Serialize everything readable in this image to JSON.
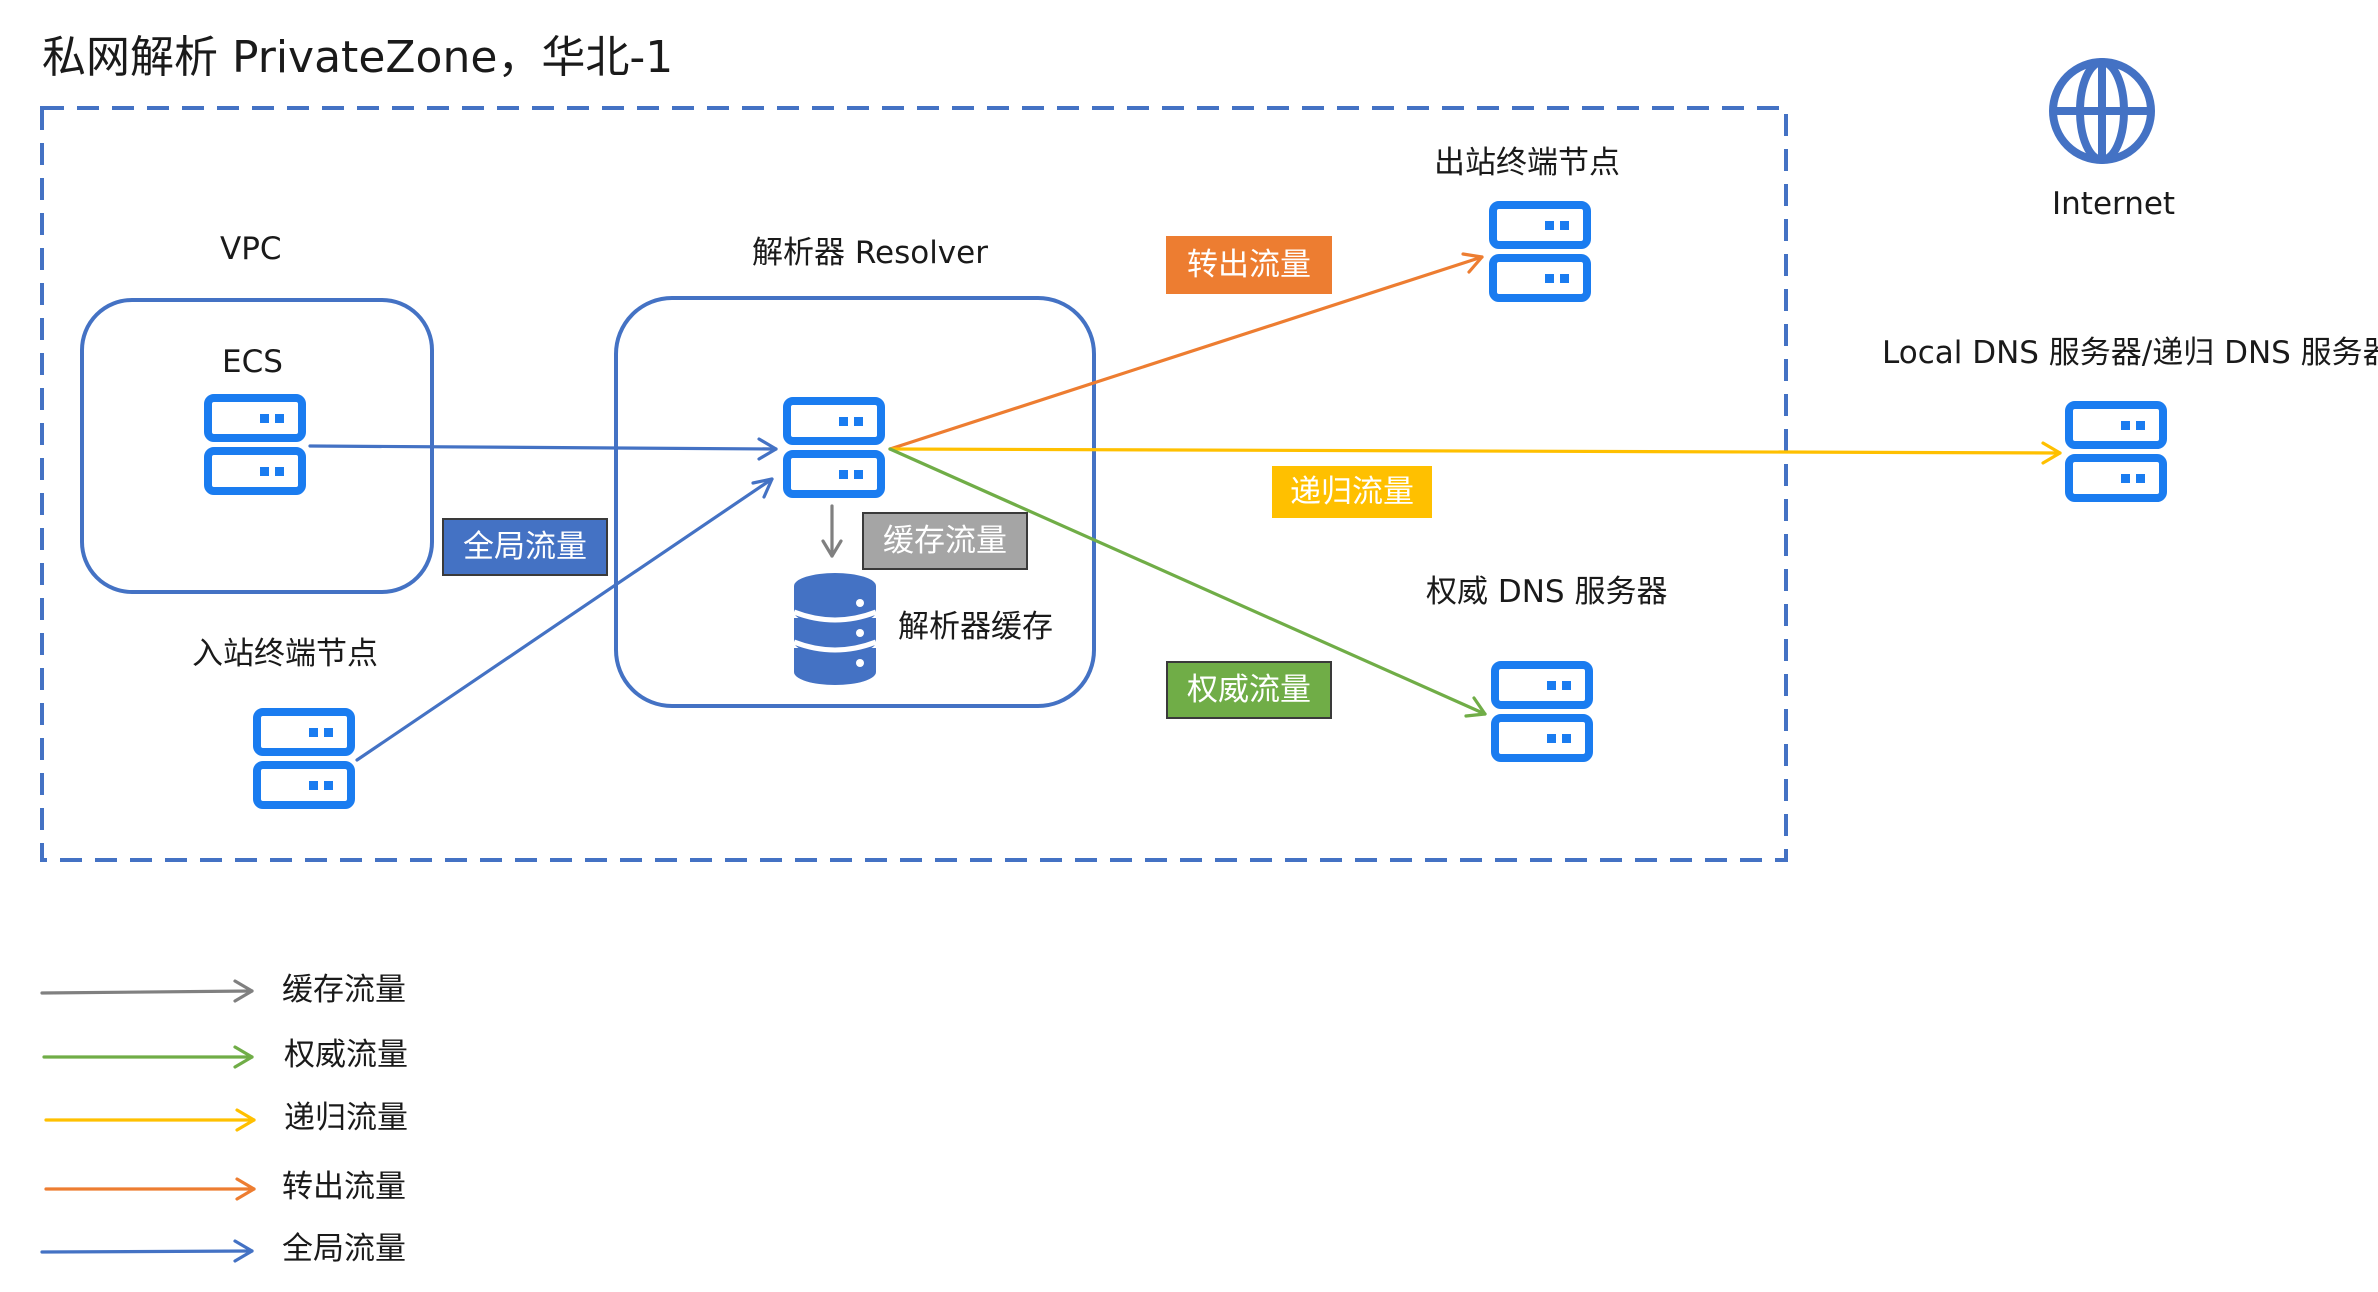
{
  "title": "私网解析 PrivateZone，华北-1",
  "nodes": {
    "vpc": "VPC",
    "ecs": "ECS",
    "resolver": "解析器 Resolver",
    "resolver_cache": "解析器缓存",
    "inbound": "入站终端节点",
    "outbound": "出站终端节点",
    "authoritative": "权威 DNS 服务器",
    "internet": "Internet",
    "local_dns": "Local DNS 服务器/递归 DNS 服务器"
  },
  "flow_tags": {
    "global": "全局流量",
    "cache": "缓存流量",
    "forward": "转出流量",
    "recursive": "递归流量",
    "authoritative": "权威流量"
  },
  "legend": [
    {
      "label": "缓存流量",
      "color": "#808080"
    },
    {
      "label": "权威流量",
      "color": "#70ad47"
    },
    {
      "label": "递归流量",
      "color": "#ffc000"
    },
    {
      "label": "转出流量",
      "color": "#ed7d31"
    },
    {
      "label": "全局流量",
      "color": "#4472c4"
    }
  ],
  "colors": {
    "boundary": "#4472c4",
    "server_icon": "#1a7cf0",
    "database_icon": "#4472c4",
    "global": "#4472c4",
    "cache": "#808080",
    "forward": "#ed7d31",
    "recursive": "#ffc000",
    "authoritative": "#70ad47"
  },
  "icons": {
    "server": "server-icon",
    "database": "database-icon",
    "globe": "globe-icon"
  }
}
